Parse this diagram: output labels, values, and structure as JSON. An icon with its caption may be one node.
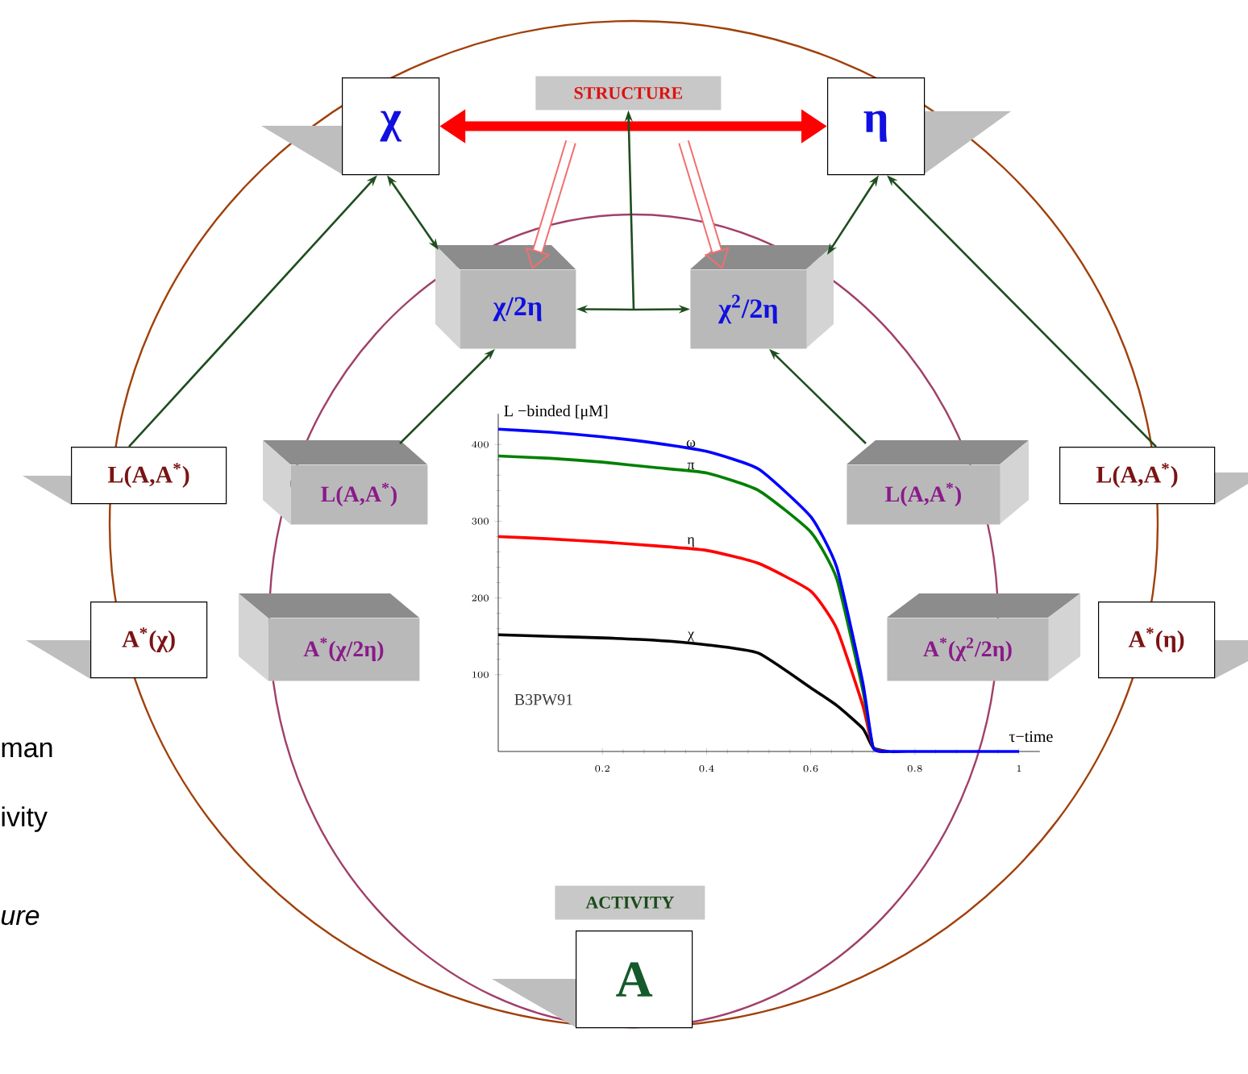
{
  "diagram": {
    "nodes": [
      {
        "text": [
          "χ"
        ]
      },
      {
        "text": [
          "η"
        ]
      },
      {
        "text": [
          "STRUCTURE"
        ]
      },
      {
        "text": [
          "χ/2η"
        ]
      },
      {
        "text": [
          "χ$^{2}$/2η"
        ]
      },
      {
        "text": [
          "L(A,A$^{*}$)"
        ]
      },
      {
        "text": [
          "L(A,A$^{*}$)"
        ]
      },
      {
        "text": [
          "L(A,A$^{*}$)"
        ]
      },
      {
        "text": [
          "L(A,A$^{*}$)"
        ]
      },
      {
        "text": [
          "A$^{*}$(χ)"
        ]
      },
      {
        "text": [
          "A$^{*}$(χ/2η)"
        ]
      },
      {
        "text": [
          "A$^{*}$(χ$^{2}$/2η)"
        ]
      },
      {
        "text": [
          "A$^{*}$(η)"
        ]
      },
      {
        "text": [
          "ACTIVITY"
        ]
      },
      {
        "text": [
          "A"
        ]
      }
    ],
    "edges": [
      {
        "from": 0,
        "to": 1,
        "arrow": "both",
        "style": "thick",
        "color": "#ff0000"
      },
      {
        "from": 0,
        "to": 3,
        "arrow": "both"
      },
      {
        "from": 1,
        "to": 4,
        "arrow": "both"
      },
      {
        "from": 5,
        "to": 0,
        "arrow": "to"
      },
      {
        "from": 8,
        "to": 1,
        "arrow": "to"
      },
      {
        "from": 6,
        "to": 3,
        "arrow": "to"
      },
      {
        "from": 7,
        "to": 4,
        "arrow": "to"
      },
      {
        "from": null,
        "to": 3,
        "arrow": "to"
      },
      {
        "from": null,
        "to": 4,
        "arrow": "to"
      },
      {
        "from": null,
        "to": 2,
        "arrow": "to"
      },
      {
        "from": null,
        "to": 3,
        "arrow": "to",
        "style": "thick",
        "color": "#f07070"
      },
      {
        "from": null,
        "to": 4,
        "arrow": "to",
        "style": "thick",
        "color": "#f07070"
      }
    ],
    "labels": [
      "man",
      "ivity",
      "ure"
    ],
    "chart_data": {
      "type": "line",
      "xlabel": "τ−time",
      "ylabel": "L −binded [μM]",
      "x": [
        0,
        0.1,
        0.2,
        0.3,
        0.4,
        0.5,
        0.6,
        0.65,
        0.7,
        0.72,
        0.75,
        0.8,
        0.9,
        1
      ],
      "series": [
        {
          "name": "ω",
          "color": "#0000ff",
          "values": [
            420,
            416,
            410,
            402,
            391,
            368,
            306,
            240,
            90,
            5,
            0,
            0,
            0,
            0
          ]
        },
        {
          "name": "π",
          "color": "#008000",
          "values": [
            385,
            382,
            377,
            370,
            363,
            340,
            286,
            225,
            80,
            5,
            0,
            null,
            null,
            null
          ]
        },
        {
          "name": "η",
          "color": "#ff0000",
          "values": [
            280,
            277,
            273,
            268,
            262,
            245,
            209,
            160,
            60,
            5,
            0,
            null,
            null,
            null
          ]
        },
        {
          "name": "χ",
          "color": "#000000",
          "values": [
            152,
            150,
            148,
            145,
            139,
            128,
            83,
            60,
            30,
            5,
            0,
            null,
            null,
            null
          ]
        }
      ],
      "xlim": [
        0,
        1.04
      ],
      "ylim": [
        0,
        440
      ],
      "xticks": [
        0.2,
        0.4,
        0.6,
        0.8,
        1
      ],
      "yticks": [
        100,
        200,
        300,
        400
      ],
      "annotations": [
        "B3PW91"
      ]
    }
  }
}
